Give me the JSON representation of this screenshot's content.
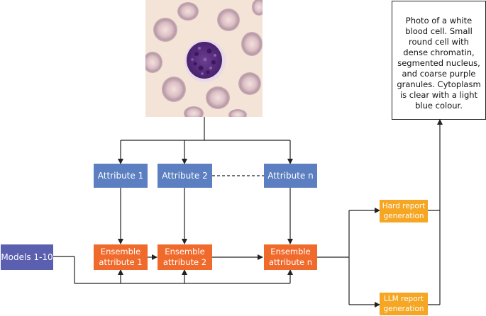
{
  "models": {
    "label": "Models 1-10"
  },
  "attributes": [
    {
      "label": "Attribute 1"
    },
    {
      "label": "Attribute 2"
    },
    {
      "label": "Attribute n"
    }
  ],
  "ensembles": [
    {
      "label": "Ensemble attribute 1"
    },
    {
      "label": "Ensemble attribute 2"
    },
    {
      "label": "Ensemble attribute n"
    }
  ],
  "reports": {
    "hard": "Hard report generation",
    "llm": "LLM report generation"
  },
  "description": "Photo of a white blood cell. Small round cell with dense chromatin, segmented nucleus, and coarse purple granules. Cytoplasm is clear with a light blue colour.",
  "colors": {
    "attribute": "#5b7fc1",
    "ensemble": "#f06a2c",
    "models": "#5a5fb0",
    "report": "#f5a623"
  }
}
